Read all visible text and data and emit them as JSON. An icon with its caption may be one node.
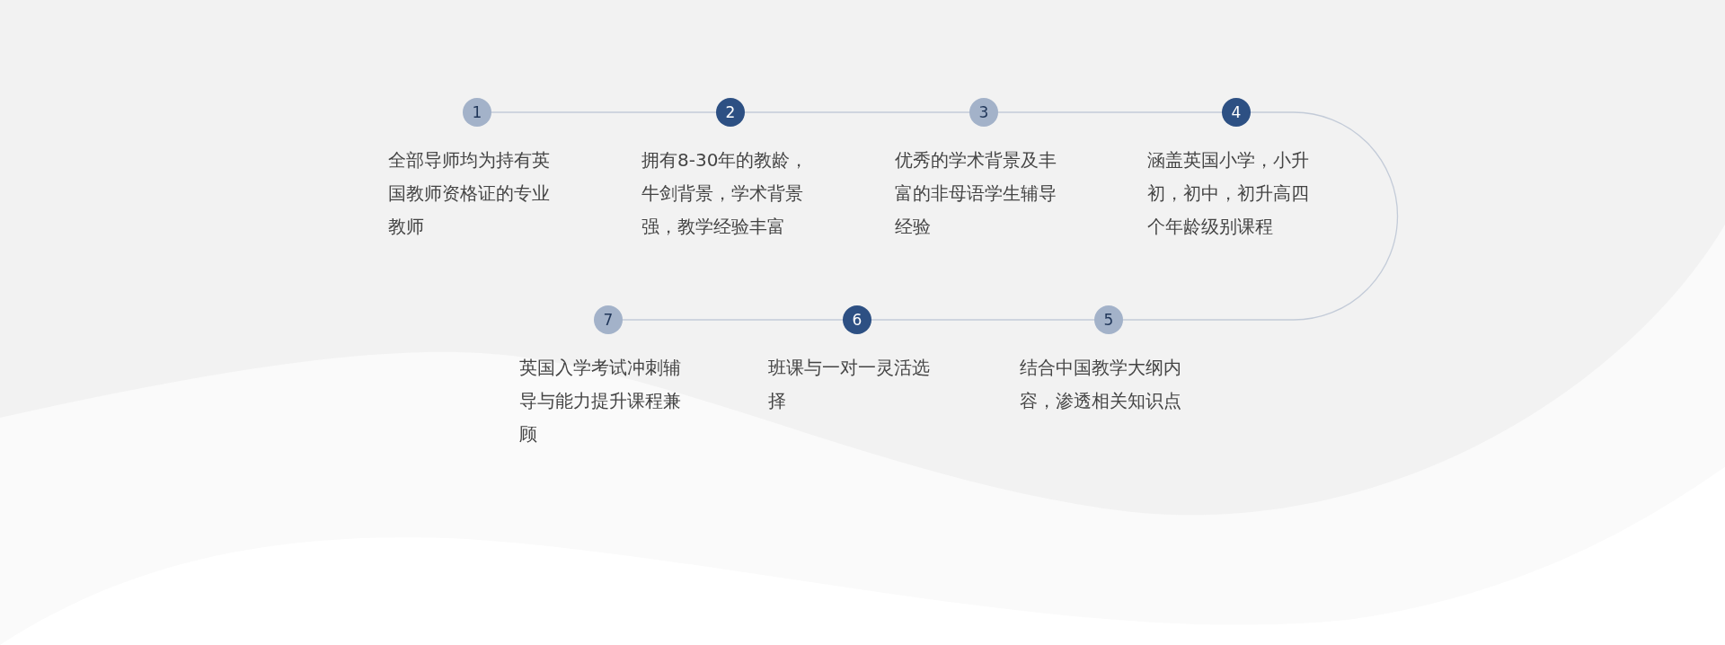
{
  "diagram": {
    "nodes": [
      {
        "text": [
          "1"
        ],
        "beside": [
          "全部导师均为持有英国教师资格证的专业教师"
        ]
      },
      {
        "text": [
          "2"
        ],
        "beside": [
          "拥有8-30年的教龄，牛剑背景，学术背景强，教学经验丰富"
        ]
      },
      {
        "text": [
          "3"
        ],
        "beside": [
          "优秀的学术背景及丰富的非母语学生辅导经验"
        ]
      },
      {
        "text": [
          "4"
        ],
        "beside": [
          "涵盖英国小学，小升初，初中，初升高四个年龄级别课程"
        ]
      },
      {
        "text": [
          "5"
        ],
        "beside": [
          "结合中国教学大纲内容，渗透相关知识点"
        ]
      },
      {
        "text": [
          "6"
        ],
        "beside": [
          "班课与一对一灵活选择"
        ]
      },
      {
        "text": [
          "7"
        ],
        "beside": [
          "英国入学考试冲刺辅导与能力提升课程兼顾"
        ]
      }
    ],
    "edges": [
      {
        "from": 0,
        "to": 1,
        "arrow": "none"
      },
      {
        "from": 1,
        "to": 2,
        "arrow": "none"
      },
      {
        "from": 2,
        "to": 3,
        "arrow": "none"
      },
      {
        "from": 3,
        "to": 4,
        "arrow": "none"
      },
      {
        "from": 4,
        "to": 5,
        "arrow": "none"
      },
      {
        "from": 5,
        "to": 6,
        "arrow": "none"
      }
    ]
  }
}
